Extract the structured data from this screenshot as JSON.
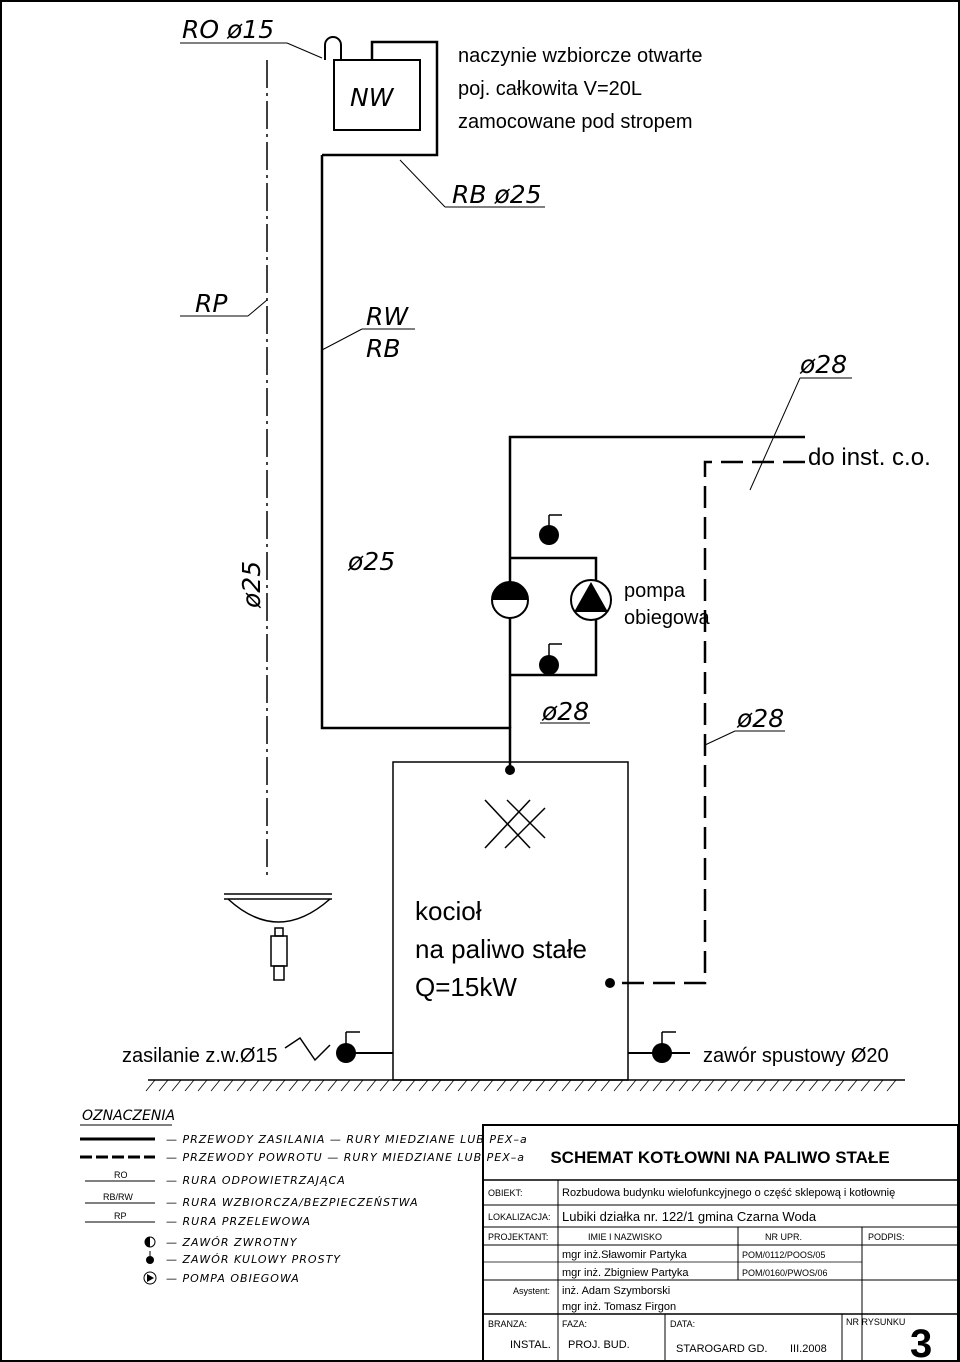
{
  "diagram": {
    "labels": {
      "ro15": "RO ø15",
      "nw": "NW",
      "vessel_line1": "naczynie wzbiorcze otwarte",
      "vessel_line2": "poj. całkowita V=20L",
      "vessel_line3": "zamocowane pod stropem",
      "rb25": "RB ø25",
      "rp": "RP",
      "rw": "RW",
      "rb": "RB",
      "d28_top": "ø28",
      "do_inst": "do inst. c.o.",
      "d25_vert": "ø25",
      "d25": "ø25",
      "pump_line1": "pompa",
      "pump_line2": "obiegowa",
      "d28_mid": "ø28",
      "d28_right": "ø28",
      "boiler_line1": "kocioł",
      "boiler_line2": "na paliwo stałe",
      "boiler_line3": "Q=15kW",
      "water_supply": "zasilanie z.w.Ø15",
      "drain_valve": "zawór spustowy Ø20"
    },
    "legend": {
      "title": "OZNACZENIA",
      "items": [
        {
          "tag": "",
          "text": "— PRZEWODY ZASILANIA — RURY MIEDZIANE LUB PEX–a"
        },
        {
          "tag": "",
          "text": "— PRZEWODY POWROTU — RURY MIEDZIANE LUB PEX–a"
        },
        {
          "tag": "RO",
          "text": "— RURA ODPOWIETRZAJĄCA"
        },
        {
          "tag": "RB/RW",
          "text": "— RURA WZBIORCZA/BEZPIECZEŃSTWA"
        },
        {
          "tag": "RP",
          "text": "— RURA PRZELEWOWA"
        },
        {
          "tag": "",
          "text": "— ZAWÓR ZWROTNY"
        },
        {
          "tag": "",
          "text": "— ZAWÓR KULOWY PROSTY"
        },
        {
          "tag": "",
          "text": "— POMPA OBIEGOWA"
        }
      ]
    }
  },
  "title_block": {
    "title": "SCHEMAT KOTŁOWNI NA PALIWO STAŁE",
    "obiekt_label": "OBIEKT:",
    "obiekt_value": "Rozbudowa budynku wielofunkcyjnego o część sklepową i kotłownię",
    "lokalizacja_label": "LOKALIZACJA:",
    "lokalizacja_value": "Lubiki działka nr. 122/1 gmina Czarna Woda",
    "projektant_label": "PROJEKTANT:",
    "col_name": "IMIE I NAZWISKO",
    "col_nr": "NR UPR.",
    "col_sign": "PODPIS:",
    "designers": [
      {
        "name": "mgr inż.Sławomir Partyka",
        "nr": "POM/0112/POOS/05"
      },
      {
        "name": "mgr inż. Zbigniew Partyka",
        "nr": "POM/0160/PWOS/06"
      }
    ],
    "asystent_label": "Asystent:",
    "assistants": [
      "inż. Adam Szymborski",
      "mgr inż. Tomasz Firgon"
    ],
    "branza_label": "BRANZA:",
    "branza_value": "INSTAL.",
    "faza_label": "FAZA:",
    "faza_value": "PROJ. BUD.",
    "data_label": "DATA:",
    "place": "STAROGARD GD.",
    "date": "III.2008",
    "nr_label": "NR RYSUNKU",
    "nr_value": "3"
  }
}
